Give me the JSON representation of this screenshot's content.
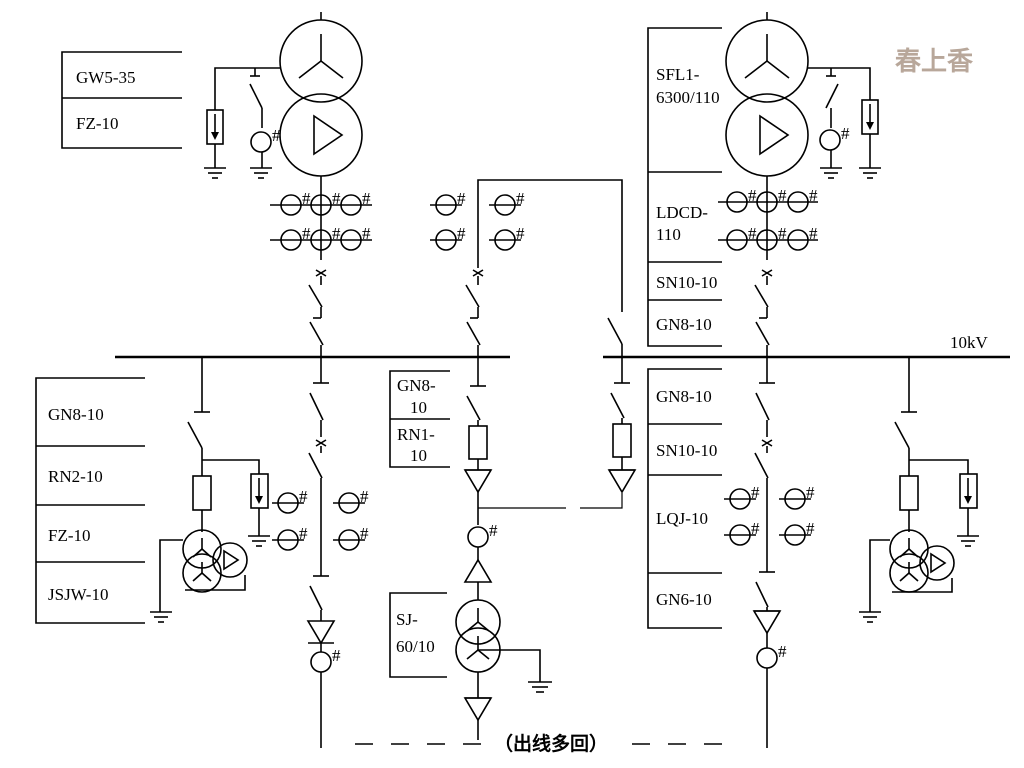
{
  "bus": {
    "voltage_label": "10kV"
  },
  "labels": {
    "top_left": [
      "GW5-35",
      "FZ-10"
    ],
    "top_right": [
      "SFL1-",
      "6300/110",
      "LDCD-",
      "110",
      "SN10-10",
      "GN8-10"
    ],
    "left_feeder": [
      "GN8-10",
      "RN2-10",
      "FZ-10",
      "JSJW-10"
    ],
    "middle": [
      "GN8-",
      "10",
      "RN1-",
      "10",
      "SJ-",
      "60/10"
    ],
    "right_feeder": [
      "GN8-10",
      "SN10-10",
      "LQJ-10",
      "GN6-10"
    ]
  },
  "outlet_label": "（出线多回）",
  "watermark": "春上香",
  "icons": [
    "transformer-icon",
    "switch-icon",
    "fuse-icon",
    "arrester-icon",
    "current-transformer-icon",
    "ground-icon",
    "cable-head-icon",
    "pt-icon"
  ]
}
